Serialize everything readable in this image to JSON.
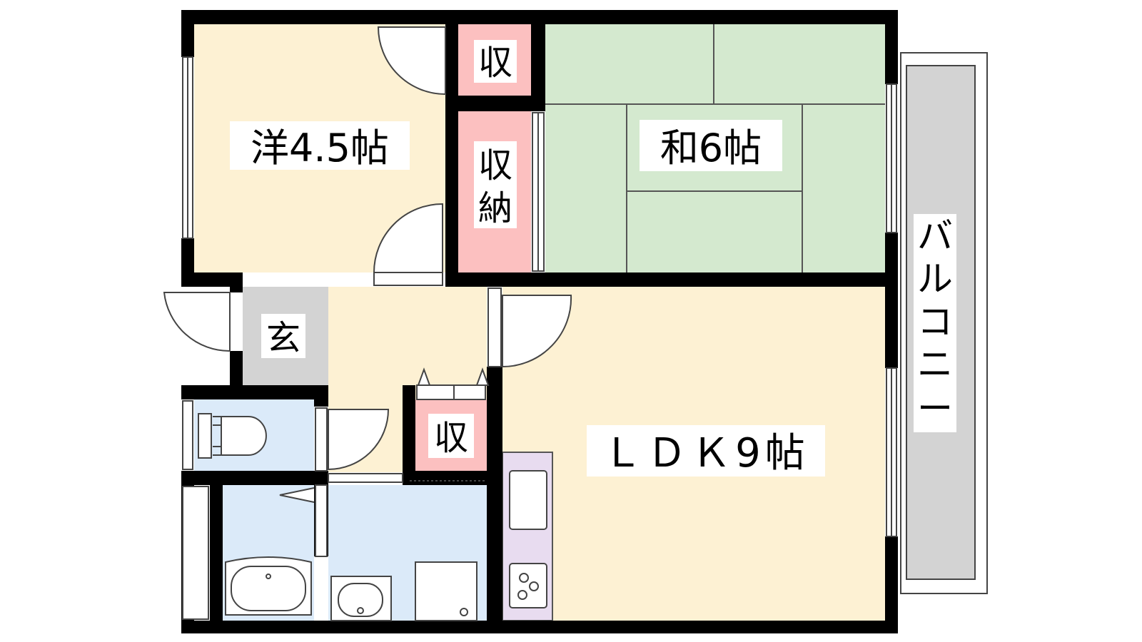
{
  "rooms": {
    "western": {
      "label": "洋4.5帖"
    },
    "japanese": {
      "label": "和6帖"
    },
    "ldk": {
      "label": "ＬＤＫ9帖"
    },
    "entrance": {
      "label": "玄"
    },
    "storage_top": {
      "label": "収"
    },
    "closet": {
      "label_line1": "収",
      "label_line2": "納"
    },
    "storage_small": {
      "label": "収"
    },
    "balcony": {
      "label_chars": [
        "バ",
        "ル",
        "コ",
        "ニ",
        "ー"
      ]
    }
  },
  "colors": {
    "western": "#fdf1d3",
    "japanese": "#d4e9cf",
    "storage": "#fcc0c0",
    "entrance": "#d3d3d3",
    "wet": "#dbeaf9",
    "kitchen": "#e8dcf0",
    "balcony": "#d3d3d3",
    "wall": "#000000"
  }
}
